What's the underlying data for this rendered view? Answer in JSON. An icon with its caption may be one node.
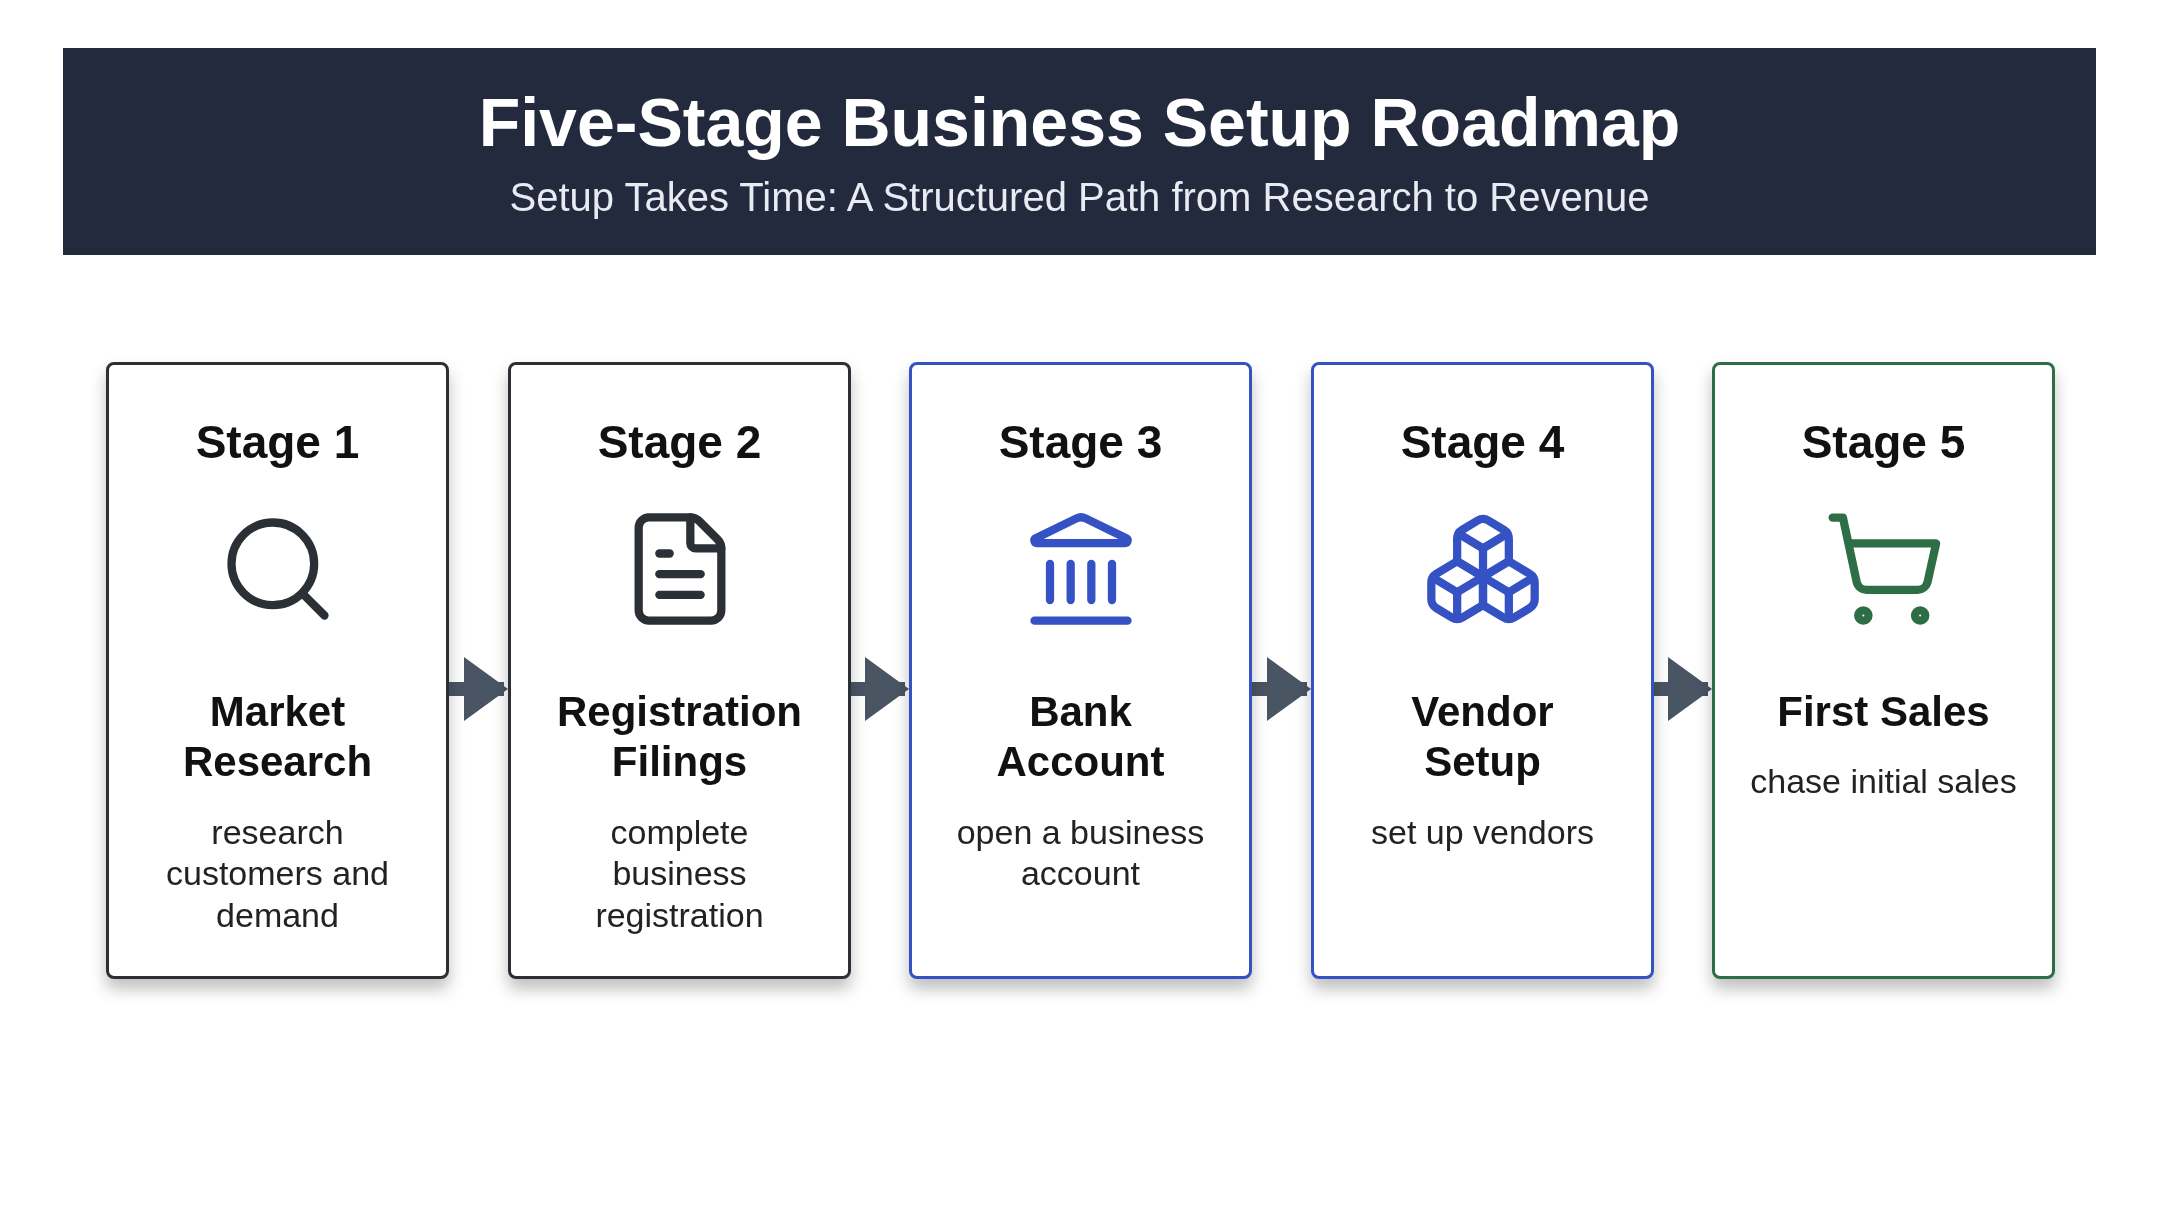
{
  "diagram": {
    "title": "Five-Stage Business Setup Roadmap",
    "caption": "Setup Takes Time: A Structured Path from Research to Revenue",
    "nodes": [
      {
        "text": [
          "Stage 1",
          "Market Research",
          "research customers and demand"
        ]
      },
      {
        "text": [
          "Stage 2",
          "Registration Filings",
          "complete business registration"
        ]
      },
      {
        "text": [
          "Stage 3",
          "Bank Account",
          "open a business account"
        ]
      },
      {
        "text": [
          "Stage 4",
          "Vendor Setup",
          "set up vendors"
        ]
      },
      {
        "text": [
          "Stage 5",
          "First Sales",
          "chase initial sales"
        ]
      }
    ],
    "edges": [
      {
        "from": 0,
        "to": 1,
        "arrow": "to"
      },
      {
        "from": 1,
        "to": 2,
        "arrow": "to"
      },
      {
        "from": 2,
        "to": 3,
        "arrow": "to"
      },
      {
        "from": 3,
        "to": 4,
        "arrow": "to"
      }
    ]
  }
}
